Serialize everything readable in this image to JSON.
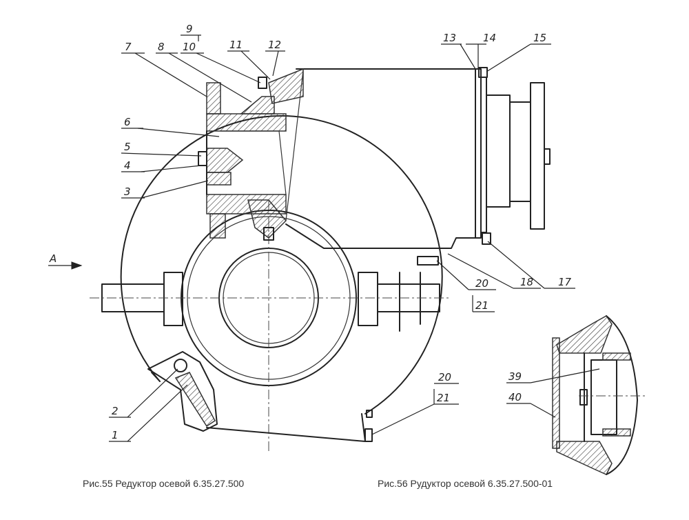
{
  "captions": {
    "left": "Рис.55 Редуктор осевой 6.35.27.500",
    "right": "Рис.56 Рудуктор осевой 6.35.27.500-01"
  },
  "view_marker": "A",
  "callouts": {
    "c1": "1",
    "c2": "2",
    "c3": "3",
    "c4": "4",
    "c5": "5",
    "c6": "6",
    "c7": "7",
    "c8": "8",
    "c9": "9",
    "c10": "10",
    "c11": "11",
    "c12": "12",
    "c13": "13",
    "c14": "14",
    "c15": "15",
    "c17": "17",
    "c18": "18",
    "c20a": "20",
    "c21a": "21",
    "c20b": "20",
    "c21b": "21",
    "c39": "39",
    "c40": "40"
  },
  "colors": {
    "ink": "#222222",
    "paper": "#ffffff"
  }
}
